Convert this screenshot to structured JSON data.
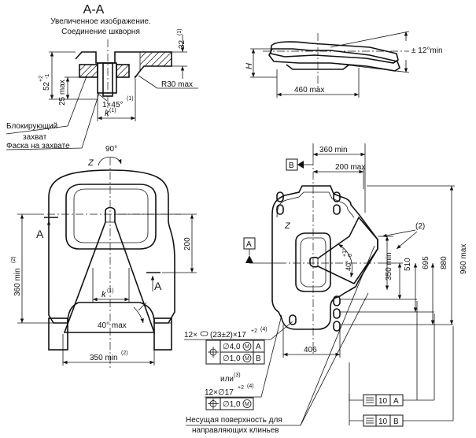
{
  "section": {
    "title": "A-A",
    "caption_line1": "Увеличенное изображение.",
    "caption_line2": "Соединение шкворня",
    "dim_32": "32",
    "dim_32_note": "(1)",
    "dim_52": "52",
    "dim_52_tol_upper": "+2",
    "dim_52_tol_lower": "-1",
    "dim_25": "25 max",
    "dim_r30": "R30 max",
    "dim_chamfer": "1×45°",
    "dim_chamfer_note": "(1)",
    "dim_k": "k",
    "dim_k_note": "(1)",
    "label_lock_line1": "Блокирующий",
    "label_lock_line2": "захват",
    "label_chamfer": "Фаска на захвате"
  },
  "side_view": {
    "dim_h": "H",
    "dim_tilt": "± 12°min",
    "dim_460": "460 max"
  },
  "front_view": {
    "rotation": "90°",
    "axis_z": "Z",
    "section_mark_left": "A",
    "section_mark_right": "A",
    "dim_200": "200",
    "dim_360": "360 min",
    "dim_360_note": "(2)",
    "dim_k": "k",
    "dim_k_note": "(1)",
    "dim_40": "40° max",
    "dim_350": "350 min",
    "dim_350_note": "(2)"
  },
  "plan_view": {
    "datum_a": "A",
    "datum_b": "B",
    "axis_z": "Z",
    "dim_360": "360 min",
    "dim_200": "200 max",
    "note_2": "(2)",
    "dim_350": "350 min",
    "dim_40": "40°",
    "dim_40_tol": "+1°",
    "dim_40_tol2": "0",
    "dim_510": "510",
    "dim_695": "695",
    "dim_880": "880",
    "dim_960": "960 max",
    "dim_406": "406"
  },
  "callouts": {
    "holes_prefix": "12×",
    "holes_spec": "(23±2)×17",
    "holes_tol": "+2",
    "holes_note": "(4)",
    "frame1_row1_value": "∅4,0",
    "frame1_row1_datum": "A",
    "frame1_row2_value": "∅1,0",
    "frame1_row2_datum": "B",
    "modifier": "M",
    "or_text": "или",
    "or_note": "(3)",
    "holes2_spec": "12×∅17",
    "holes2_tol": "+2",
    "holes2_note": "(4)",
    "frame2_value": "∅1,0",
    "flatness_value_a": "10",
    "flatness_datum_a": "A",
    "flatness_value_b": "10",
    "flatness_datum_b": "B",
    "bearing_line1": "Несущая поверхность для",
    "bearing_line2": "направляющих клиньев"
  }
}
